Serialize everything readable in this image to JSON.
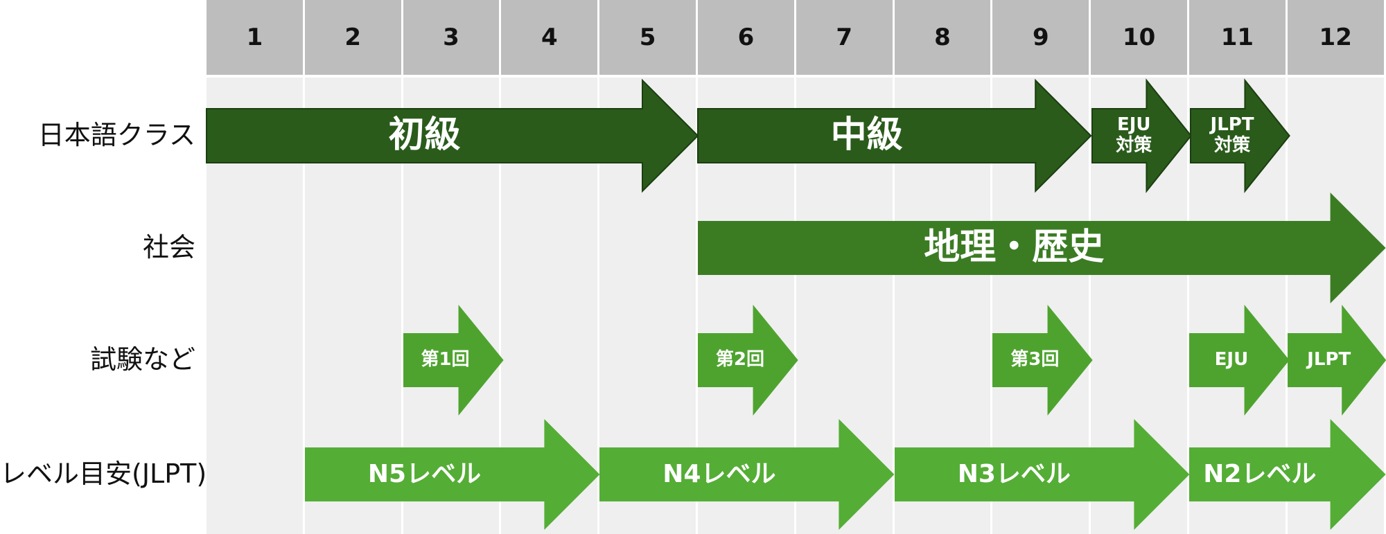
{
  "months": [
    "1",
    "2",
    "3",
    "4",
    "5",
    "6",
    "7",
    "8",
    "9",
    "10",
    "11",
    "12"
  ],
  "rows": [
    {
      "id": "japanese",
      "label": "日本語クラス",
      "color": "#2a5b1b",
      "arrows": [
        {
          "id": "beginner",
          "label": "初級",
          "start": 1,
          "end": 6,
          "size": "large"
        },
        {
          "id": "intermediate",
          "label": "中級",
          "start": 6,
          "end": 10,
          "size": "large"
        },
        {
          "id": "eju-prep",
          "label": "EJU\n対策",
          "start": 10,
          "end": 11,
          "size": "small"
        },
        {
          "id": "jlpt-prep",
          "label": "JLPT\n対策",
          "start": 11,
          "end": 12,
          "size": "small"
        }
      ]
    },
    {
      "id": "social",
      "label": "社会",
      "color": "#3b7c23",
      "arrows": [
        {
          "id": "geo-history",
          "label": "地理・歴史",
          "start": 6,
          "end": 13,
          "size": "large"
        }
      ]
    },
    {
      "id": "exams",
      "label": "試験など",
      "color": "#4ea32f",
      "arrows": [
        {
          "id": "exam-1",
          "label": "第1回",
          "start": 3,
          "end": 4,
          "size": "small"
        },
        {
          "id": "exam-2",
          "label": "第2回",
          "start": 6,
          "end": 7,
          "size": "small"
        },
        {
          "id": "exam-3",
          "label": "第3回",
          "start": 9,
          "end": 10,
          "size": "small"
        },
        {
          "id": "eju",
          "label": "EJU",
          "start": 11,
          "end": 12,
          "size": "small"
        },
        {
          "id": "jlpt",
          "label": "JLPT",
          "start": 12,
          "end": 13,
          "size": "small"
        }
      ]
    },
    {
      "id": "jlpt-level",
      "label": "レベル目安(JLPT)",
      "color": "#54ad35",
      "arrows": [
        {
          "id": "n5",
          "label": "N5レベル",
          "start": 2,
          "end": 5,
          "size": "medium"
        },
        {
          "id": "n4",
          "label": "N4レベル",
          "start": 5,
          "end": 8,
          "size": "medium"
        },
        {
          "id": "n3",
          "label": "N3レベル",
          "start": 8,
          "end": 11,
          "size": "medium"
        },
        {
          "id": "n2",
          "label": "N2レベル",
          "start": 11,
          "end": 13,
          "size": "medium"
        }
      ]
    }
  ]
}
